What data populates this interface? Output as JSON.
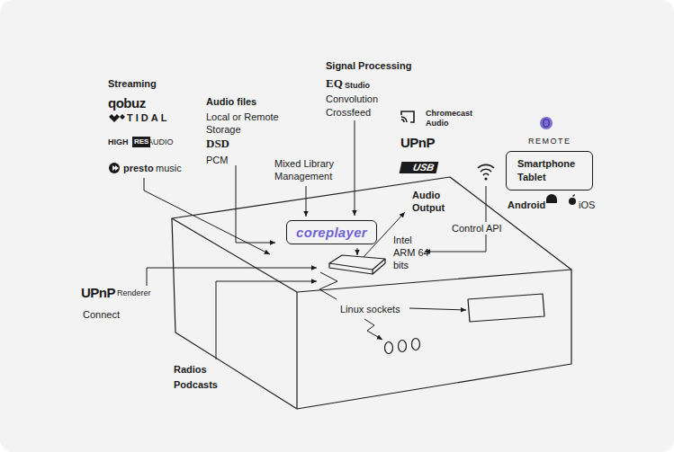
{
  "diagram": {
    "nodes": [
      {
        "text": [
          "coreplayer"
        ]
      },
      {
        "text": [
          "Smartphone Tablet"
        ]
      }
    ],
    "labels": [
      "Streaming",
      "qobuz",
      "TIDAL",
      "HIGH",
      "RES",
      "AUDIO",
      "presto",
      "music",
      "Audio files",
      "Local or Remote Storage",
      "DSD",
      "PCM",
      "Mixed Library Management",
      "Signal Processing",
      "EQ",
      "Studio",
      "Convolution",
      "Crossfeed",
      "Chromecast Audio",
      "UPnP",
      "USB",
      "REMOTE",
      "Android",
      "iOS",
      "Control API",
      "Audio Output",
      "Intel ARM 64 bits",
      "UPnP",
      "Renderer",
      "Connect",
      "Linux sockets",
      "Radios",
      "Podcasts"
    ]
  }
}
